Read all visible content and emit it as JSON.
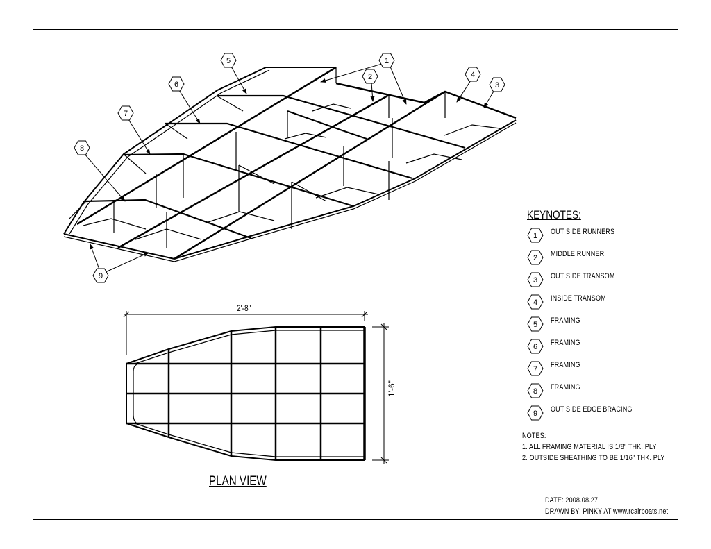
{
  "drawing": {
    "callouts": [
      "1",
      "2",
      "3",
      "4",
      "5",
      "6",
      "7",
      "8",
      "9"
    ],
    "plan_view": {
      "title": "PLAN VIEW",
      "length_dim": "2'-8\"",
      "width_dim": "1'-6\""
    }
  },
  "keynotes": {
    "title": "KEYNOTES:",
    "items": [
      {
        "num": "1",
        "label": "OUT SIDE RUNNERS"
      },
      {
        "num": "2",
        "label": "MIDDLE RUNNER"
      },
      {
        "num": "3",
        "label": "OUT SIDE TRANSOM"
      },
      {
        "num": "4",
        "label": "INSIDE TRANSOM"
      },
      {
        "num": "5",
        "label": "FRAMING"
      },
      {
        "num": "6",
        "label": "FRAMING"
      },
      {
        "num": "7",
        "label": "FRAMING"
      },
      {
        "num": "8",
        "label": "FRAMING"
      },
      {
        "num": "9",
        "label": "OUT SIDE EDGE BRACING"
      }
    ]
  },
  "notes": {
    "title": "NOTES:",
    "lines": [
      "1. ALL FRAMING MATERIAL IS 1/8\" THK. PLY",
      "2. OUTSIDE SHEATHING TO BE 1/16\" THK. PLY"
    ]
  },
  "title_block": {
    "date": "DATE:  2008.08.27",
    "drawn_by": "DRAWN BY:  PINKY AT www.rcairboats.net"
  }
}
